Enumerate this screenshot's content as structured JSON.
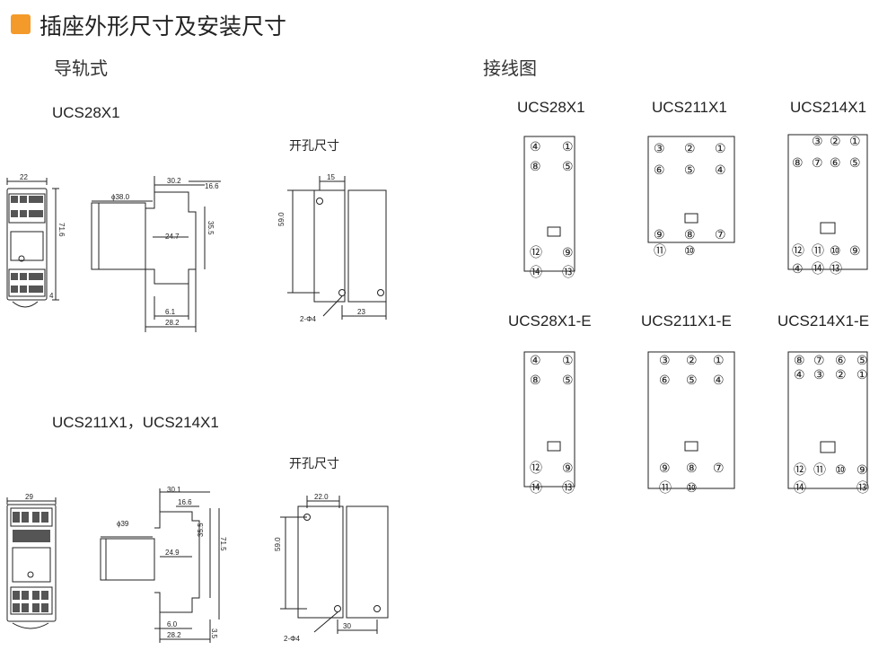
{
  "title": "插座外形尺寸及安装尺寸",
  "sections": {
    "rail": "导轨式",
    "wiring": "接线图"
  },
  "hole_label": "开孔尺寸",
  "top": {
    "model": "UCS28X1",
    "dims": {
      "width": "22",
      "height": "71.6",
      "d_dia": "ϕ38.0",
      "d_30": "30.2",
      "d_166": "16.6",
      "d_355": "35.5",
      "d_247": "24.7",
      "d_61": "6.1",
      "d_282": "28.2",
      "h_15": "15",
      "h_59": "59.0",
      "h_2phi": "2-Φ4",
      "h_23": "23",
      "d_4": "4"
    }
  },
  "bottom": {
    "model": "UCS211X1，UCS214X1",
    "dims": {
      "width": "29",
      "d_dia": "ϕ39",
      "d_30": "30.1",
      "d_166": "16.6",
      "d_355": "35.5",
      "d_715": "71.5",
      "d_249": "24.9",
      "d_60": "6.0",
      "d_282": "28.2",
      "d_35": "3.5",
      "h_22": "22.0",
      "h_59": "59.0",
      "h_2phi": "2-Φ4",
      "h_30": "30"
    }
  },
  "wiring": [
    {
      "model": "UCS28X1",
      "terminals_top": [
        "④",
        "①",
        "⑧",
        "⑤"
      ],
      "terminals_bottom": [
        "⑫",
        "⑨",
        "⑭",
        "⑬"
      ]
    },
    {
      "model": "UCS211X1",
      "terminals_top": [
        "③",
        "②",
        "①",
        "⑥",
        "⑤",
        "④"
      ],
      "terminals_bottom": [
        "⑨",
        "⑧",
        "⑦",
        "⑪",
        "⑩"
      ]
    },
    {
      "model": "UCS214X1",
      "terminals_top": [
        "③",
        "②",
        "①",
        "⑧",
        "⑦",
        "⑥",
        "⑤"
      ],
      "terminals_bottom": [
        "⑫",
        "⑪",
        "⑩",
        "⑨",
        "④",
        "⑭",
        "⑬"
      ]
    },
    {
      "model": "UCS28X1-E",
      "terminals_top": [
        "④",
        "①",
        "⑧",
        "⑤"
      ],
      "terminals_bottom": [
        "⑫",
        "⑨",
        "⑭",
        "⑬"
      ]
    },
    {
      "model": "UCS211X1-E",
      "terminals_top": [
        "③",
        "②",
        "①",
        "⑥",
        "⑤",
        "④"
      ],
      "terminals_bottom": [
        "⑨",
        "⑧",
        "⑦",
        "⑪",
        "⑩"
      ]
    },
    {
      "model": "UCS214X1-E",
      "terminals_top": [
        "⑧",
        "⑦",
        "⑥",
        "⑤",
        "④",
        "③",
        "②",
        "①"
      ],
      "terminals_bottom": [
        "⑫",
        "⑪",
        "⑩",
        "⑨",
        "⑭",
        "⑬"
      ]
    }
  ]
}
